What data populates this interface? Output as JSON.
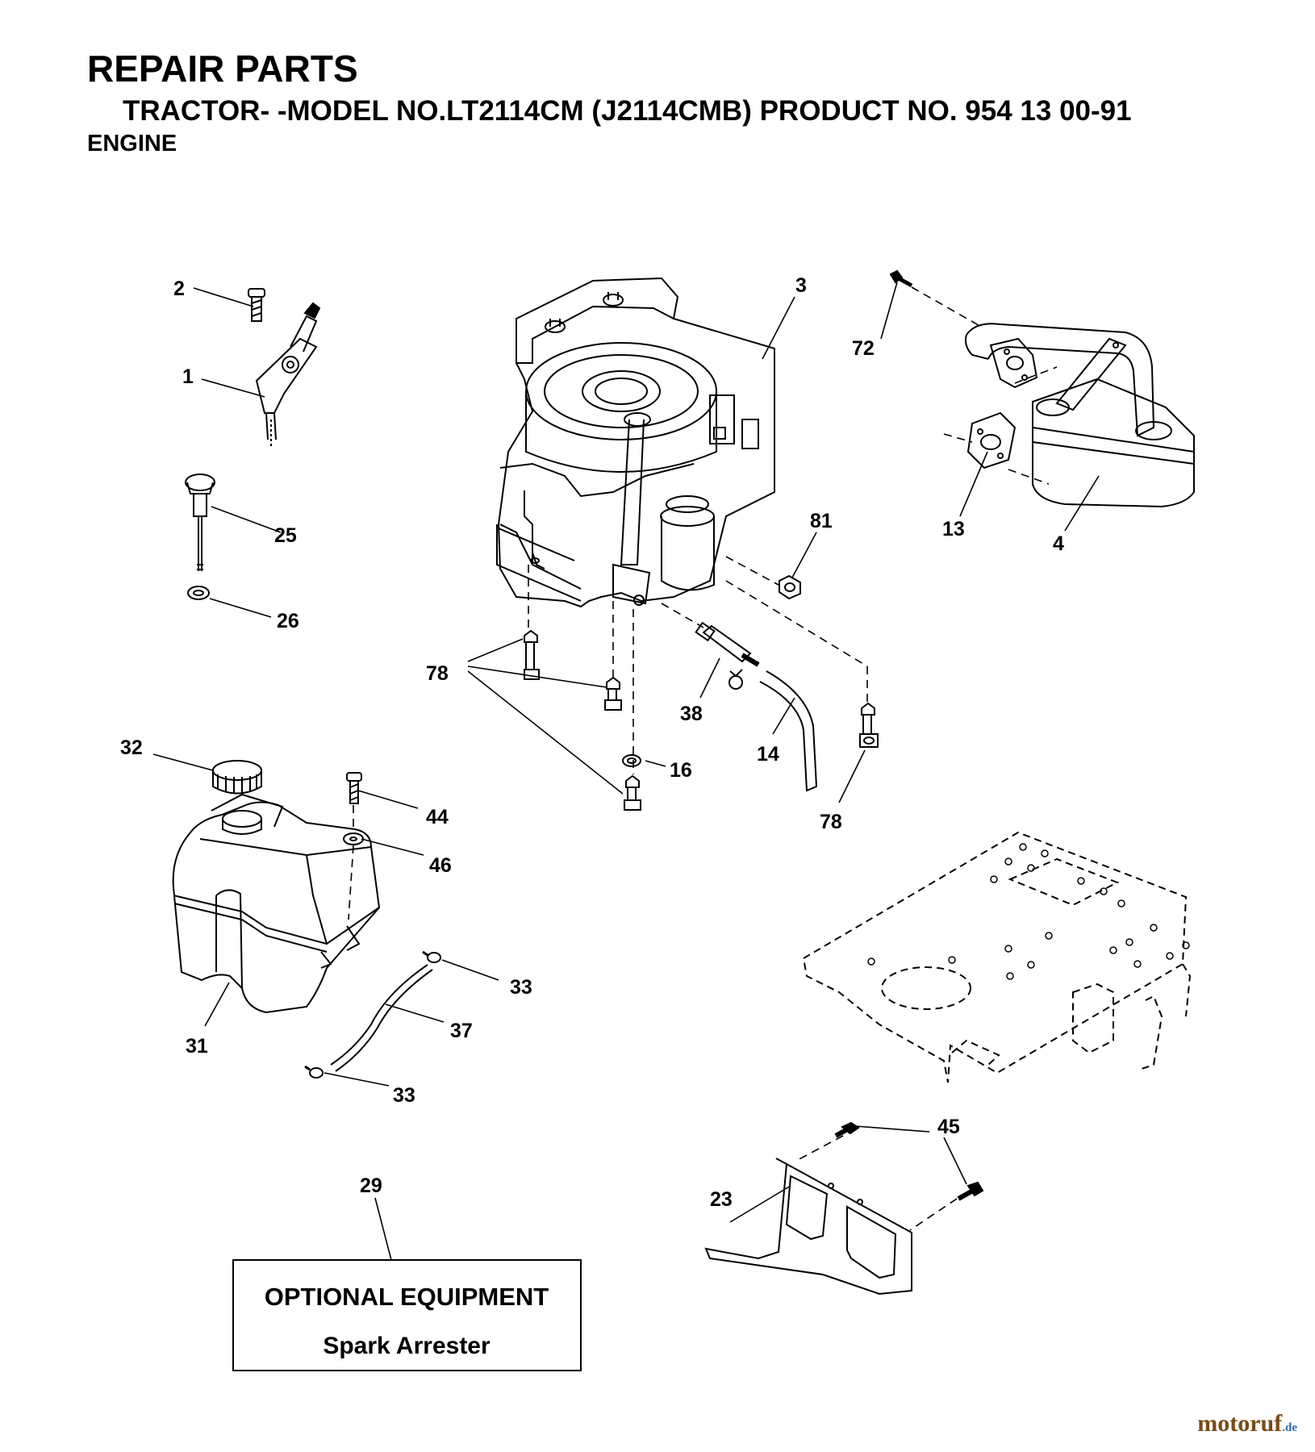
{
  "header": {
    "title": "REPAIR PARTS",
    "subtitle": "TRACTOR- -MODEL NO.LT2114CM (J2114CMB) PRODUCT NO. 954 13 00-91",
    "section": "ENGINE"
  },
  "callouts": [
    {
      "id": "c2",
      "label": "2"
    },
    {
      "id": "c1",
      "label": "1"
    },
    {
      "id": "c25",
      "label": "25"
    },
    {
      "id": "c26",
      "label": "26"
    },
    {
      "id": "c3",
      "label": "3"
    },
    {
      "id": "c72",
      "label": "72"
    },
    {
      "id": "c13",
      "label": "13"
    },
    {
      "id": "c4",
      "label": "4"
    },
    {
      "id": "c81",
      "label": "81"
    },
    {
      "id": "c78a",
      "label": "78"
    },
    {
      "id": "c38",
      "label": "38"
    },
    {
      "id": "c14",
      "label": "14"
    },
    {
      "id": "c16",
      "label": "16"
    },
    {
      "id": "c78b",
      "label": "78"
    },
    {
      "id": "c32",
      "label": "32"
    },
    {
      "id": "c44",
      "label": "44"
    },
    {
      "id": "c46",
      "label": "46"
    },
    {
      "id": "c33a",
      "label": "33"
    },
    {
      "id": "c37",
      "label": "37"
    },
    {
      "id": "c31",
      "label": "31"
    },
    {
      "id": "c33b",
      "label": "33"
    },
    {
      "id": "c29",
      "label": "29"
    },
    {
      "id": "c45",
      "label": "45"
    },
    {
      "id": "c23",
      "label": "23"
    }
  ],
  "optional_box": {
    "heading": "OPTIONAL EQUIPMENT",
    "item": "Spark Arrester"
  },
  "watermark": {
    "brand": "motoruf",
    "suffix": ".de"
  }
}
